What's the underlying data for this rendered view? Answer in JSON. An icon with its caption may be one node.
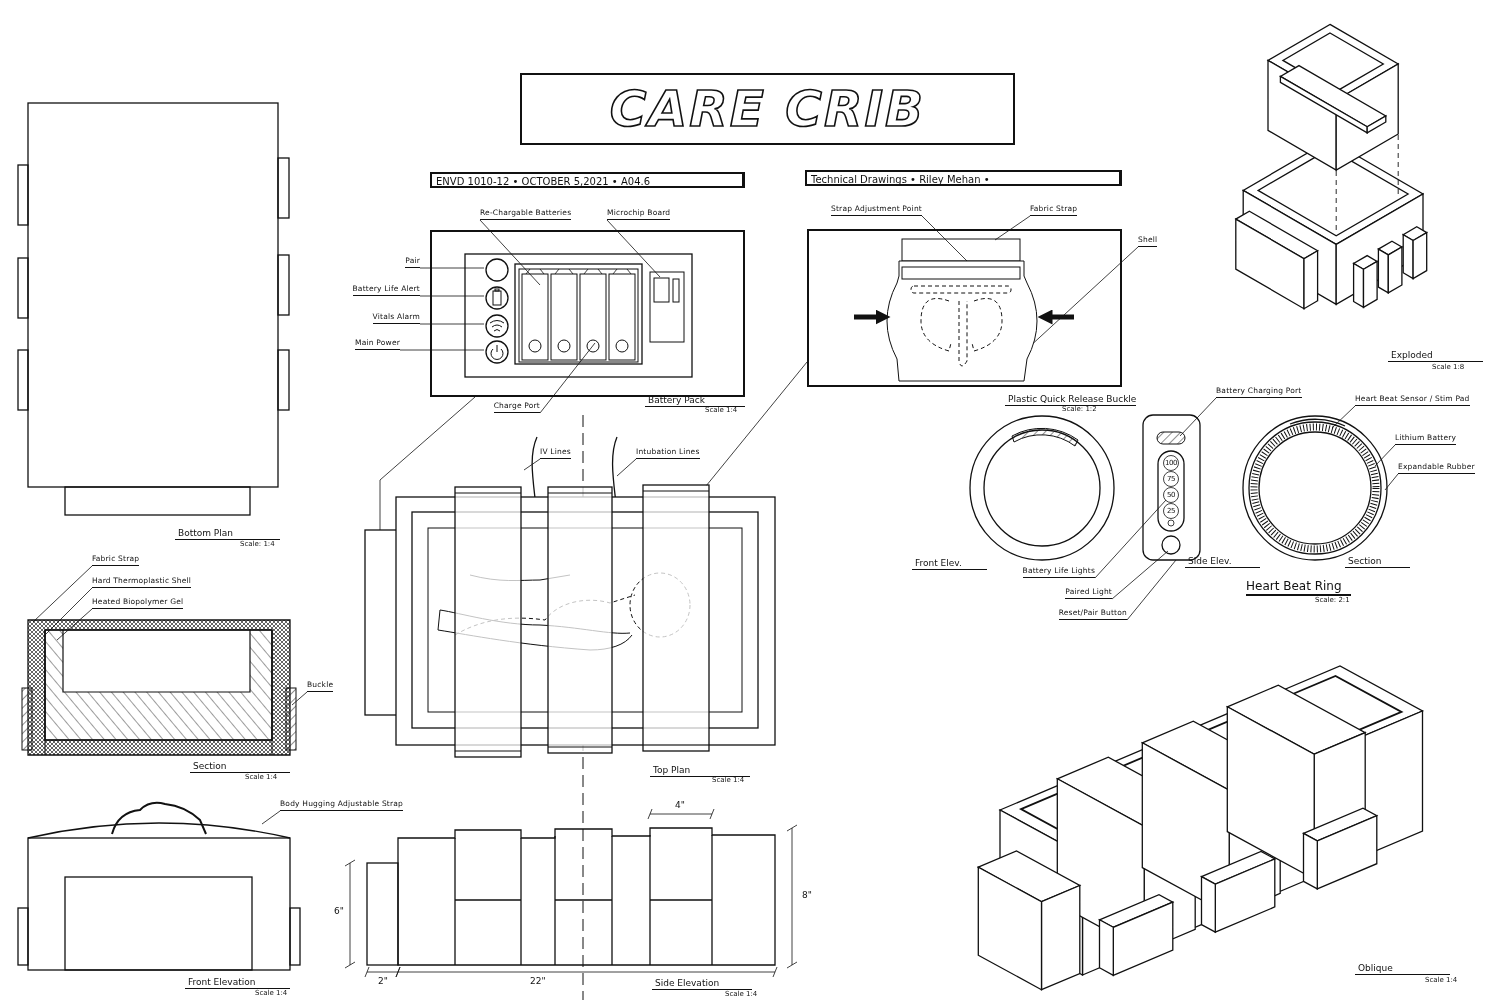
{
  "diagram": {
    "title": "CARE CRIB",
    "nodes": [
      {
        "text": [
          "Re-Chargable Batteries"
        ]
      },
      {
        "text": [
          "Microchip Board"
        ]
      },
      {
        "text": [
          "Pair"
        ]
      },
      {
        "text": [
          "Battery Life Alert"
        ]
      },
      {
        "text": [
          "Vitals Alarm"
        ]
      },
      {
        "text": [
          "Main Power"
        ]
      },
      {
        "text": [
          "Charge Port"
        ]
      },
      {
        "text": [
          "Strap Adjustment Point"
        ]
      },
      {
        "text": [
          "Fabric Strap"
        ]
      },
      {
        "text": [
          "Shell"
        ]
      },
      {
        "text": [
          "Fabric Strap"
        ]
      },
      {
        "text": [
          "Hard Thermoplastic Shell"
        ]
      },
      {
        "text": [
          "Heated Biopolymer Gel"
        ]
      },
      {
        "text": [
          "Buckle"
        ]
      },
      {
        "text": [
          "Body Hugging Adjustable Strap"
        ]
      },
      {
        "text": [
          "IV Lines"
        ]
      },
      {
        "text": [
          "Intubation Lines"
        ]
      },
      {
        "text": [
          "Battery Charging Port"
        ]
      },
      {
        "text": [
          "Battery Life Lights"
        ]
      },
      {
        "text": [
          "Paired Light"
        ]
      },
      {
        "text": [
          "Reset/Pair Button"
        ]
      },
      {
        "text": [
          "Heart Beat Sensor / Stim Pad"
        ]
      },
      {
        "text": [
          "Lithium Battery"
        ]
      },
      {
        "text": [
          "Expandable Rubber"
        ]
      },
      {
        "text": [],
        "shape": "box",
        "beside": [
          "Battery Pack",
          "Scale 1:4"
        ]
      },
      {
        "text": [],
        "shape": "box",
        "beside": [
          "Plastic Quick Release Buckle",
          "Scale: 1:2"
        ]
      },
      {
        "text": [],
        "shape": "picture",
        "beside": [
          "Top Plan",
          "Scale 1:4"
        ]
      },
      {
        "text": [],
        "shape": "picture",
        "beside": [
          "Section",
          "Scale 1:4"
        ]
      },
      {
        "text": [],
        "shape": "picture",
        "beside": [
          "Front Elevation",
          "Scale 1:4"
        ]
      },
      {
        "text": [],
        "shape": "picture",
        "beside": [
          "Side Elev."
        ]
      },
      {
        "text": [],
        "shape": "picture",
        "beside": [
          "Section"
        ]
      }
    ],
    "edges": [
      {
        "from": 0,
        "to": 24,
        "arrow": "none"
      },
      {
        "from": 1,
        "to": 24,
        "arrow": "none"
      },
      {
        "from": 2,
        "to": 24,
        "arrow": "none"
      },
      {
        "from": 3,
        "to": 24,
        "arrow": "none"
      },
      {
        "from": 4,
        "to": 24,
        "arrow": "none"
      },
      {
        "from": 5,
        "to": 24,
        "arrow": "none"
      },
      {
        "from": 6,
        "to": 24,
        "arrow": "none"
      },
      {
        "from": 7,
        "to": 25,
        "arrow": "none"
      },
      {
        "from": 8,
        "to": 25,
        "arrow": "none"
      },
      {
        "from": 9,
        "to": 25,
        "arrow": "none"
      },
      {
        "from": 10,
        "to": 27,
        "arrow": "none"
      },
      {
        "from": 11,
        "to": 27,
        "arrow": "none"
      },
      {
        "from": 12,
        "to": 27,
        "arrow": "none"
      },
      {
        "from": 13,
        "to": 27,
        "arrow": "none"
      },
      {
        "from": 14,
        "to": 28,
        "arrow": "none"
      },
      {
        "from": 15,
        "to": 26,
        "arrow": "none"
      },
      {
        "from": 16,
        "to": 26,
        "arrow": "none"
      },
      {
        "from": 17,
        "to": 29,
        "arrow": "none"
      },
      {
        "from": 18,
        "to": 29,
        "arrow": "none"
      },
      {
        "from": 19,
        "to": 29,
        "arrow": "none"
      },
      {
        "from": 20,
        "to": 29,
        "arrow": "none"
      },
      {
        "from": 21,
        "to": 30,
        "arrow": "none"
      },
      {
        "from": 22,
        "to": 30,
        "arrow": "none"
      },
      {
        "from": 23,
        "to": 30,
        "arrow": "none"
      },
      {
        "from": 24,
        "to": 26,
        "arrow": "none"
      },
      {
        "from": 25,
        "to": 26,
        "arrow": "none"
      }
    ],
    "labels": [
      "ENVD 1010-12 • OCTOBER 5,2021 • A04.6",
      "Technical Drawings • Riley Mehan •",
      "Bottom Plan",
      "Scale: 1:4",
      "6\"",
      "2\"",
      "22\"",
      "4\"",
      "8\"",
      "Side Elevation",
      "Scale 1:4",
      "100",
      "75",
      "50",
      "25",
      "Front Elev.",
      "Heart Beat Ring",
      "Scale: 2:1",
      "Exploded",
      "Scale 1:8",
      "Oblique",
      "Scale 1:4"
    ]
  }
}
